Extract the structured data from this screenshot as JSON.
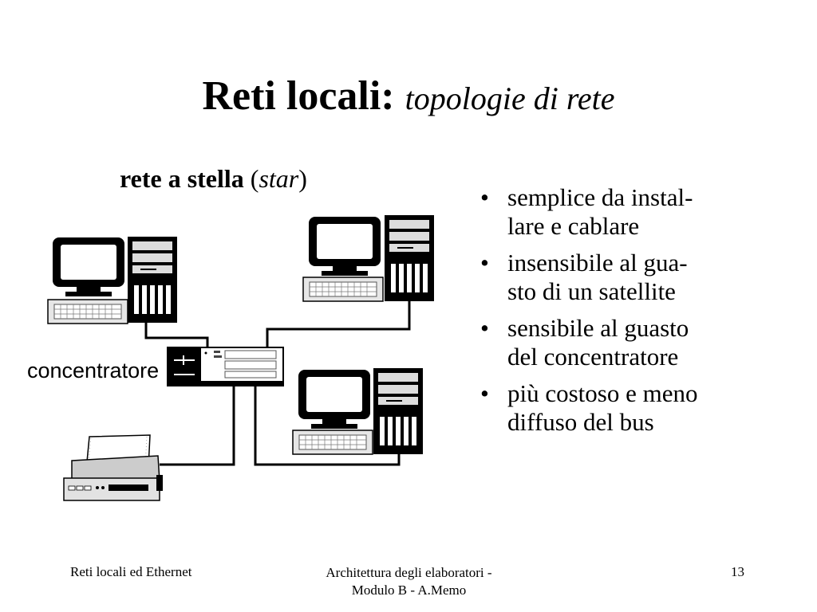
{
  "title": {
    "main": "Reti locali:",
    "sub": "topologie di rete"
  },
  "subtitle": {
    "bold": "rete a stella",
    "open": " (",
    "italic": "star",
    "close": ")"
  },
  "diagram": {
    "concentrator_label": "concentratore"
  },
  "bullets": [
    {
      "line1": "semplice da instal-",
      "line2": "lare e cablare"
    },
    {
      "line1": "insensibile al gua-",
      "line2": "sto di un satellite"
    },
    {
      "line1": "sensibile al guasto",
      "line2": "del concentratore"
    },
    {
      "line1": "più costoso e meno",
      "line2": "diffuso del bus"
    }
  ],
  "footer": {
    "left": "Reti locali ed Ethernet",
    "center_line1": "Architettura degli elaboratori -",
    "center_line2": "Modulo B - A.Memo",
    "page_number": "13"
  }
}
